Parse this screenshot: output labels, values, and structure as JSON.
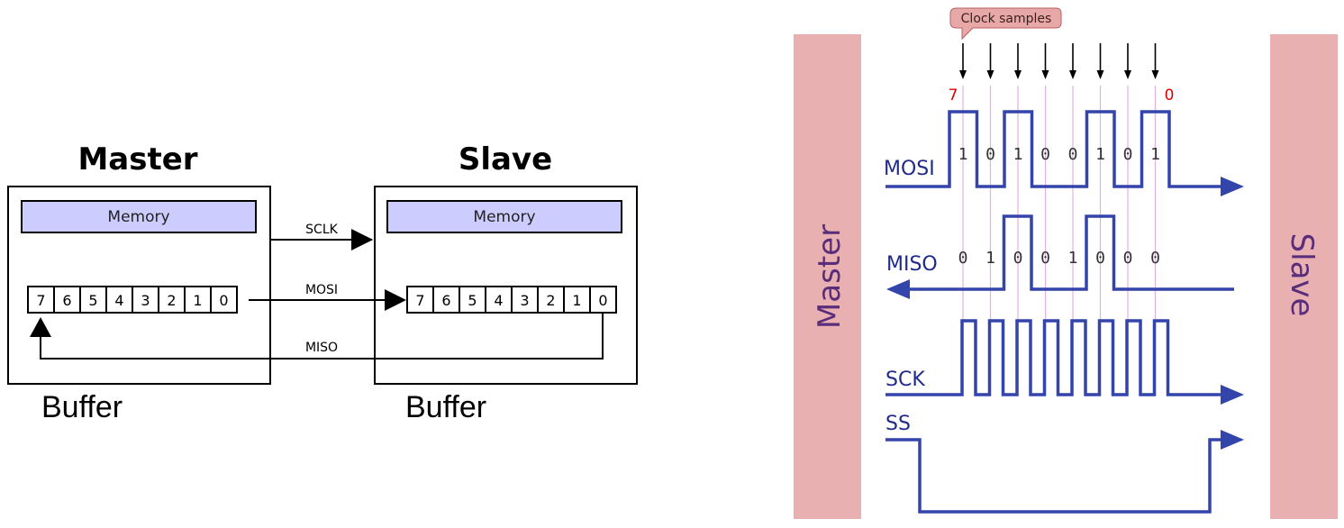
{
  "left": {
    "master_title": "Master",
    "slave_title": "Slave",
    "memory_label": "Memory",
    "master_cells": [
      "7",
      "6",
      "5",
      "4",
      "3",
      "2",
      "1",
      "0"
    ],
    "slave_cells": [
      "7",
      "6",
      "5",
      "4",
      "3",
      "2",
      "1",
      "0"
    ],
    "sclk_label": "SCLK",
    "mosi_label": "MOSI",
    "miso_label": "MISO",
    "buffer_label": "Buffer"
  },
  "right": {
    "clock_samples_label": "Clock samples",
    "master_label": "Master",
    "slave_label": "Slave",
    "first_bit_label": "7",
    "last_bit_label": "0",
    "mosi_label": "MOSI",
    "miso_label": "MISO",
    "sck_label": "SCK",
    "ss_label": "SS",
    "mosi_bits": [
      "1",
      "0",
      "1",
      "0",
      "0",
      "1",
      "0",
      "1"
    ],
    "miso_bits": [
      "0",
      "1",
      "0",
      "0",
      "1",
      "0",
      "0",
      "0"
    ]
  },
  "colors": {
    "signal": "#3344aa",
    "side_panel": "#e8b0b0",
    "memory_fill": "#ccccff",
    "guide": "#e0b0e0",
    "bit_index": "#e00000"
  }
}
